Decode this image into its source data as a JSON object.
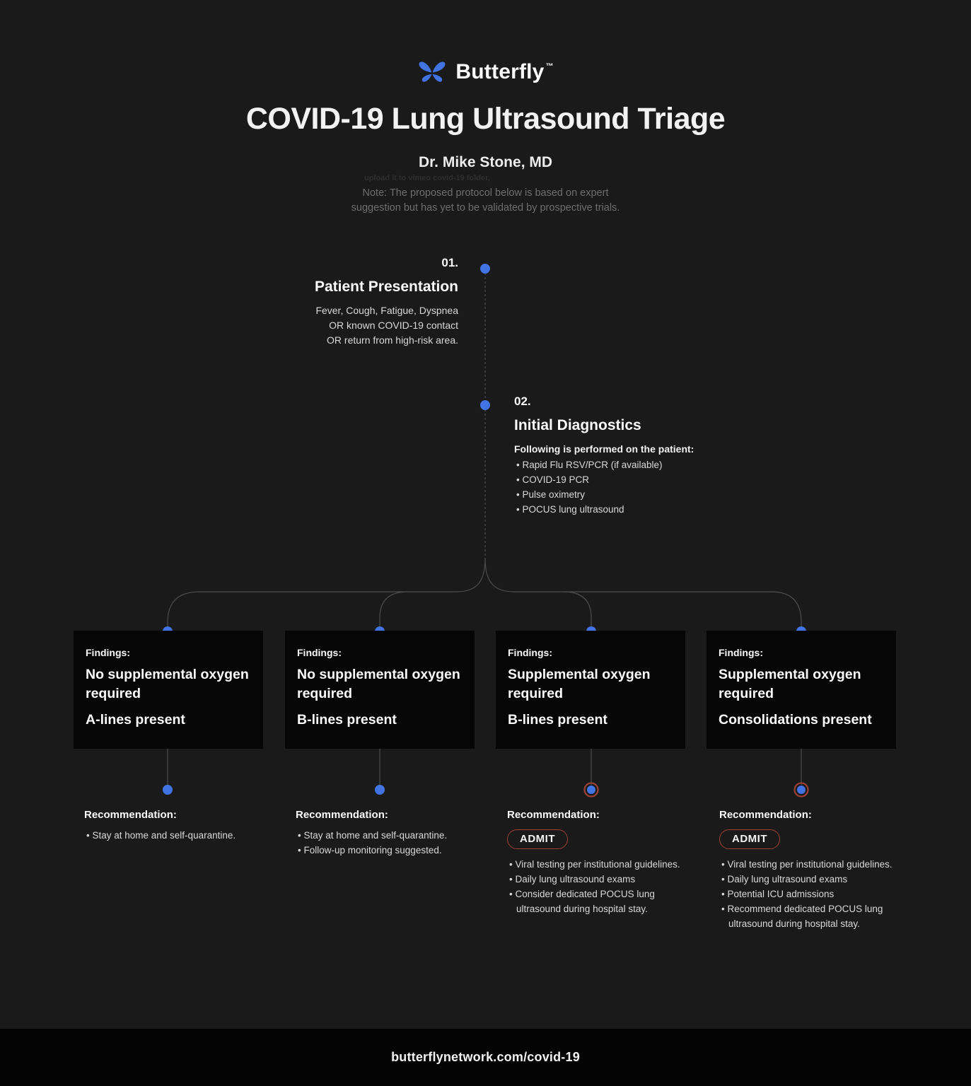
{
  "brand": {
    "name": "Butterfly",
    "tm": "™"
  },
  "header": {
    "title": "COVID-19 Lung Ultrasound Triage",
    "author": "Dr. Mike Stone, MD",
    "hidden_note": "upload it to vimeo covid-19 folder,",
    "note_line1": "Note: The proposed protocol below is based on expert",
    "note_line2": "suggestion but has yet to be validated by prospective trials."
  },
  "steps": [
    {
      "number": "01.",
      "title": "Patient Presentation",
      "lines": [
        "Fever, Cough, Fatigue, Dyspnea",
        "OR known COVID-19 contact",
        "OR return from high-risk area."
      ]
    },
    {
      "number": "02.",
      "title": "Initial Diagnostics",
      "intro": "Following is performed on the patient:",
      "bullets": [
        "Rapid Flu RSV/PCR (if available)",
        "COVID-19 PCR",
        "Pulse oximetry",
        "POCUS lung ultrasound"
      ]
    }
  ],
  "labels": {
    "findings": "Findings:",
    "recommendation": "Recommendation:",
    "admit": "ADMIT"
  },
  "branches": [
    {
      "findings_main": "No supplemental oxygen required",
      "findings_sub": "A-lines present",
      "recommendations": [
        "Stay at home and self-quarantine."
      ]
    },
    {
      "findings_main": "No supplemental oxygen required",
      "findings_sub": "B-lines present",
      "recommendations": [
        "Stay at home and self-quarantine.",
        "Follow-up monitoring suggested."
      ]
    },
    {
      "findings_main": "Supplemental oxygen required",
      "findings_sub": "B-lines present",
      "recommendations": [
        "Viral testing per institutional guidelines.",
        "Daily lung ultrasound exams",
        "Consider dedicated POCUS lung ultrasound during hospital stay."
      ]
    },
    {
      "findings_main": "Supplemental oxygen required",
      "findings_sub": "Consolidations present",
      "recommendations": [
        "Viral testing per institutional guidelines.",
        "Daily lung ultrasound exams",
        "Potential ICU admissions",
        "Recommend dedicated POCUS lung ultrasound during hospital stay."
      ]
    }
  ],
  "footer": {
    "url": "butterflynetwork.com/covid-19"
  },
  "colors": {
    "background": "#1a1a1b",
    "panel_black": "#060607",
    "accent_blue": "#4273e2",
    "admit_red": "#9b4136",
    "wire_gray": "#4d4d4d"
  }
}
